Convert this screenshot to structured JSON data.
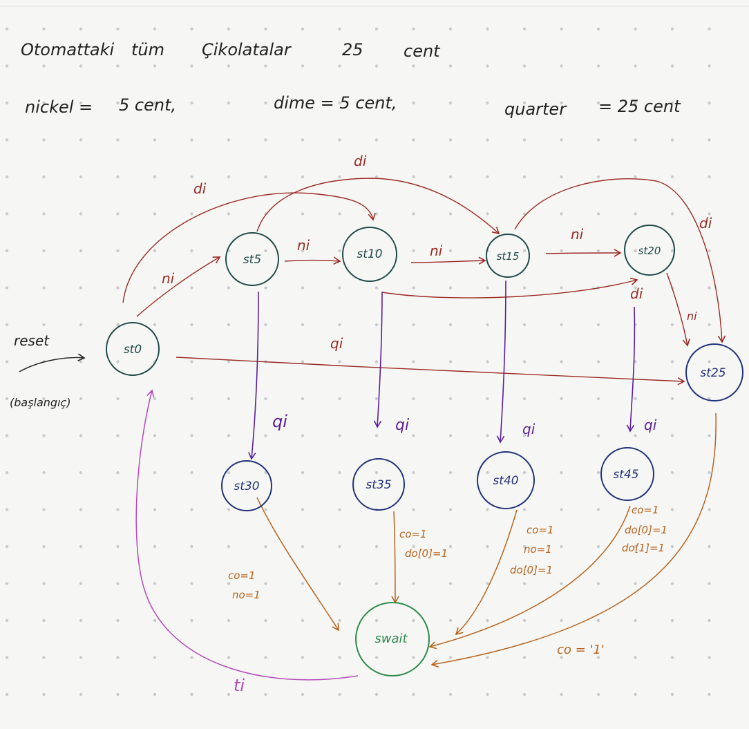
{
  "header": {
    "line1": {
      "words": [
        "Otomattaki",
        "tüm",
        "Çikolatalar",
        "25",
        "cent"
      ]
    },
    "line2": {
      "nickel": "nickel =",
      "nickel_value": "5 cent,",
      "dime": "dime = 5 cent,",
      "quarter": "quarter",
      "quarter_value": "= 25 cent"
    }
  },
  "states": [
    {
      "id": "st0",
      "label": "st0"
    },
    {
      "id": "st5",
      "label": "st5"
    },
    {
      "id": "st10",
      "label": "st10"
    },
    {
      "id": "st15",
      "label": "st15"
    },
    {
      "id": "st20",
      "label": "st20"
    },
    {
      "id": "st25",
      "label": "st25"
    },
    {
      "id": "st30",
      "label": "st30"
    },
    {
      "id": "st35",
      "label": "st35"
    },
    {
      "id": "st40",
      "label": "st40"
    },
    {
      "id": "st45",
      "label": "st45"
    },
    {
      "id": "swait",
      "label": "swait"
    }
  ],
  "transition_labels": {
    "ni": "ni",
    "di": "di",
    "qi": "qi",
    "ti": "ti"
  },
  "reset": {
    "label": "reset",
    "sublabel": "(başlangıç)"
  },
  "outputs": {
    "st30": [
      "co=1",
      "no=1"
    ],
    "st35": [
      "co=1",
      "do[0]=1"
    ],
    "st40": [
      "co=1",
      "no=1",
      "do[0]=1"
    ],
    "st45": [
      "co=1",
      "do[0]=1",
      "do[1]=1"
    ],
    "st25": "co = '1'"
  },
  "colors": {
    "background": "#f6f6f4",
    "grid_dot": "#c9cacd",
    "state_dark": "#1f4a48",
    "state_blue": "#23337a",
    "state_green": "#2e8a4e",
    "arrow_red": "#9a2a24",
    "arrow_purple": "#5a1e9a",
    "arrow_orange": "#b8631e",
    "arrow_magenta": "#b34aba",
    "ink": "#222222"
  }
}
